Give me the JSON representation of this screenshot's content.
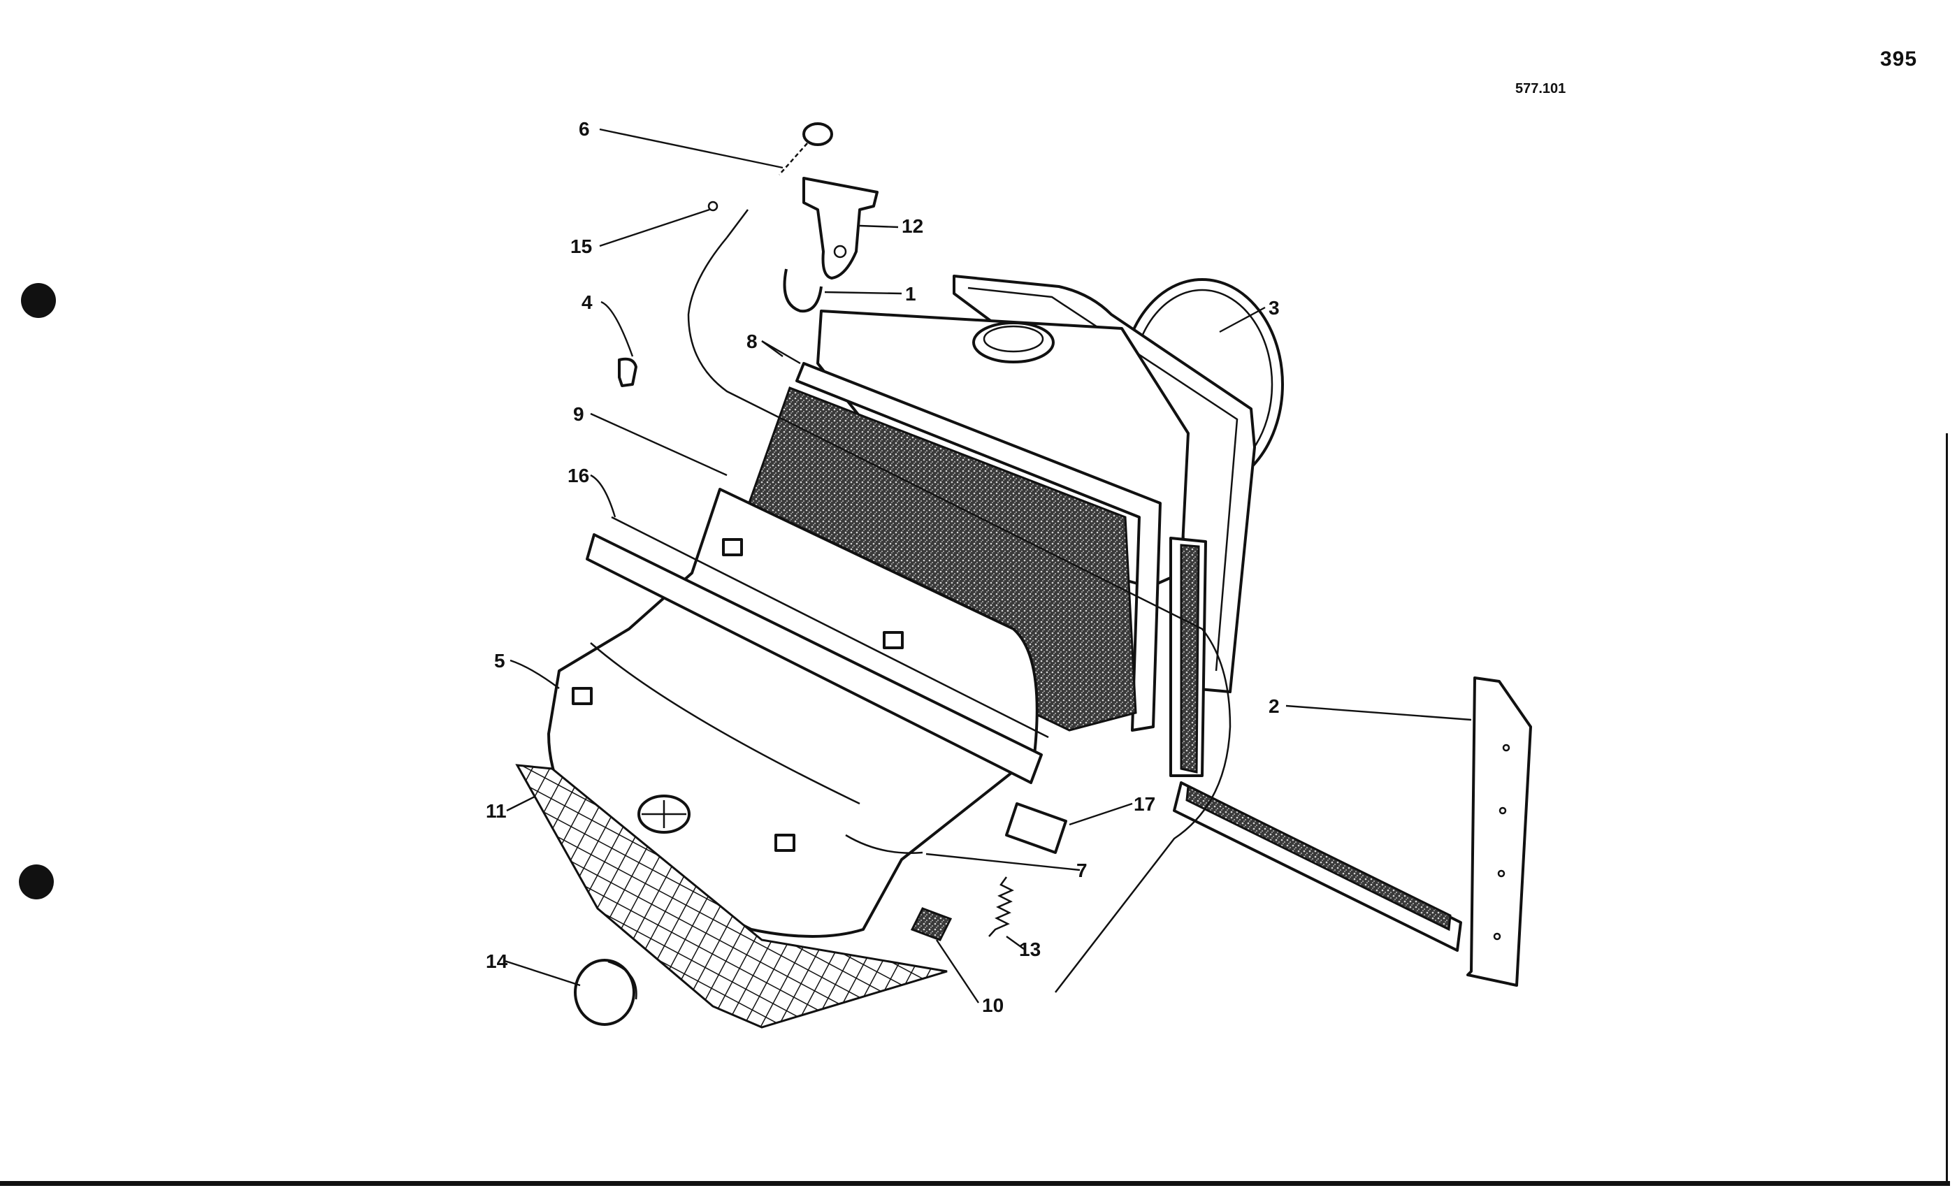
{
  "page": {
    "page_number": "395",
    "drawing_number": "577.101"
  },
  "callouts": [
    "1",
    "2",
    "3",
    "4",
    "5",
    "6",
    "7",
    "8",
    "9",
    "10",
    "11",
    "12",
    "13",
    "14",
    "15",
    "16",
    "17"
  ],
  "parts": [
    {
      "id": "1",
      "icon": "hook-icon"
    },
    {
      "id": "2",
      "icon": "mounting-bracket-icon"
    },
    {
      "id": "3",
      "icon": "tank-housing-icon"
    },
    {
      "id": "4",
      "icon": "clip-icon"
    },
    {
      "id": "5",
      "icon": "heater-cover-icon"
    },
    {
      "id": "6",
      "icon": "cap-chain-icon"
    },
    {
      "id": "7",
      "icon": "cable-end-icon"
    },
    {
      "id": "8",
      "icon": "gasket-icon"
    },
    {
      "id": "9",
      "icon": "foam-seal-icon"
    },
    {
      "id": "10",
      "icon": "strip-icon"
    },
    {
      "id": "11",
      "icon": "mesh-filter-icon"
    },
    {
      "id": "12",
      "icon": "bracket-icon"
    },
    {
      "id": "13",
      "icon": "spring-icon"
    },
    {
      "id": "14",
      "icon": "plug-cap-icon"
    },
    {
      "id": "15",
      "icon": "cable-clip-icon"
    },
    {
      "id": "16",
      "icon": "rail-icon"
    },
    {
      "id": "17",
      "icon": "pad-icon"
    }
  ]
}
